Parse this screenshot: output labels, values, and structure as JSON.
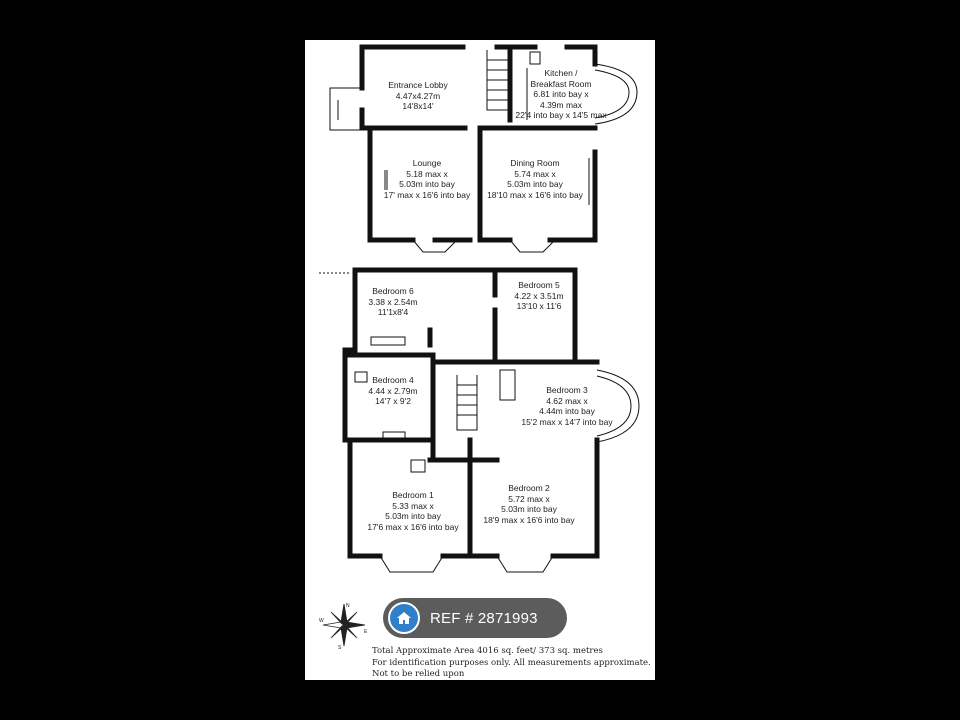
{
  "rooms": {
    "entrance_lobby": [
      "Entrance Lobby",
      "4.47x4.27m",
      "14'8x14'"
    ],
    "kitchen": [
      "Kitchen /",
      "Breakfast Room",
      "6.81 into bay x",
      "4.39m max",
      "22'4 into bay x 14'5 max"
    ],
    "lounge": [
      "Lounge",
      "5.18 max x",
      "5.03m into bay",
      "17' max x 16'6 into bay"
    ],
    "dining_room": [
      "Dining Room",
      "5.74 max x",
      "5.03m into bay",
      "18'10 max x 16'6 into bay"
    ],
    "bedroom6": [
      "Bedroom 6",
      "3.38 x 2.54m",
      "11'1x8'4"
    ],
    "bedroom5": [
      "Bedroom 5",
      "4.22 x 3.51m",
      "13'10 x 11'6"
    ],
    "bedroom4": [
      "Bedroom 4",
      "4.44 x 2.79m",
      "14'7 x 9'2"
    ],
    "bedroom3": [
      "Bedroom 3",
      "4.62 max x",
      "4.44m into bay",
      "15'2 max x 14'7 into bay"
    ],
    "bedroom1": [
      "Bedroom 1",
      "5.33 max x",
      "5.03m into bay",
      "17'6 max x 16'6 into bay"
    ],
    "bedroom2": [
      "Bedroom 2",
      "5.72 max x",
      "5.03m into bay",
      "18'9 max x 16'6 into bay"
    ]
  },
  "compass": {
    "n": "N",
    "s": "S",
    "e": "E",
    "w": "W"
  },
  "ref_badge": {
    "text": "REF # 2871993",
    "icon": "home-icon",
    "color": "#2f80c8"
  },
  "footer": [
    "Total Approximate Area 4016 sq. feet/ 373 sq. metres",
    "For identification purposes only.  All measurements approximate.",
    "Not to be relied upon"
  ],
  "colors": {
    "page_bg": "#000000",
    "sheet_bg": "#ffffff",
    "wall": "#111111"
  }
}
